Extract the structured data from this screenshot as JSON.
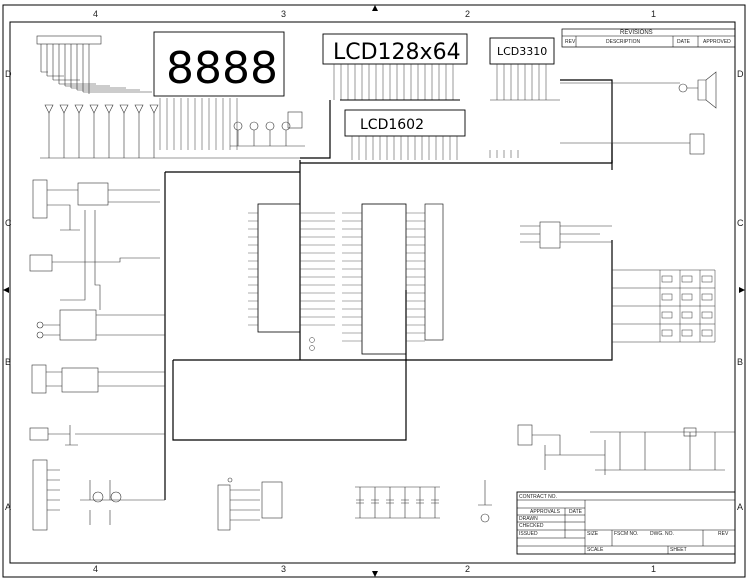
{
  "border": {
    "top_zones": [
      "4",
      "3",
      "2",
      "1"
    ],
    "bottom_zones": [
      "4",
      "3",
      "2",
      "1"
    ],
    "left_zones": [
      "D",
      "C",
      "B",
      "A"
    ],
    "right_zones": [
      "D",
      "C",
      "B",
      "A"
    ]
  },
  "revisions": {
    "title": "REVISIONS",
    "headers": [
      "REV",
      "DESCRIPTION",
      "DATE",
      "APPROVED"
    ]
  },
  "displays": {
    "seg7_text": "8888",
    "lcd12864_text": "LCD128x64",
    "lcd3310_text": "LCD3310",
    "lcd1602_text": "LCD1602"
  },
  "title_block": {
    "contract_no": "CONTRACT NO.",
    "approvals": "APPROVALS",
    "date": "DATE",
    "drawn": "DRAWN",
    "checked": "CHECKED",
    "issued": "ISSUED",
    "size": "SIZE",
    "fscm": "FSCM NO.",
    "dwg_no": "DWG. NO.",
    "rev": "REV",
    "scale": "SCALE",
    "sheet": "SHEET"
  },
  "colors": {
    "wire": "#000000",
    "component": "#333333",
    "background": "#ffffff"
  }
}
